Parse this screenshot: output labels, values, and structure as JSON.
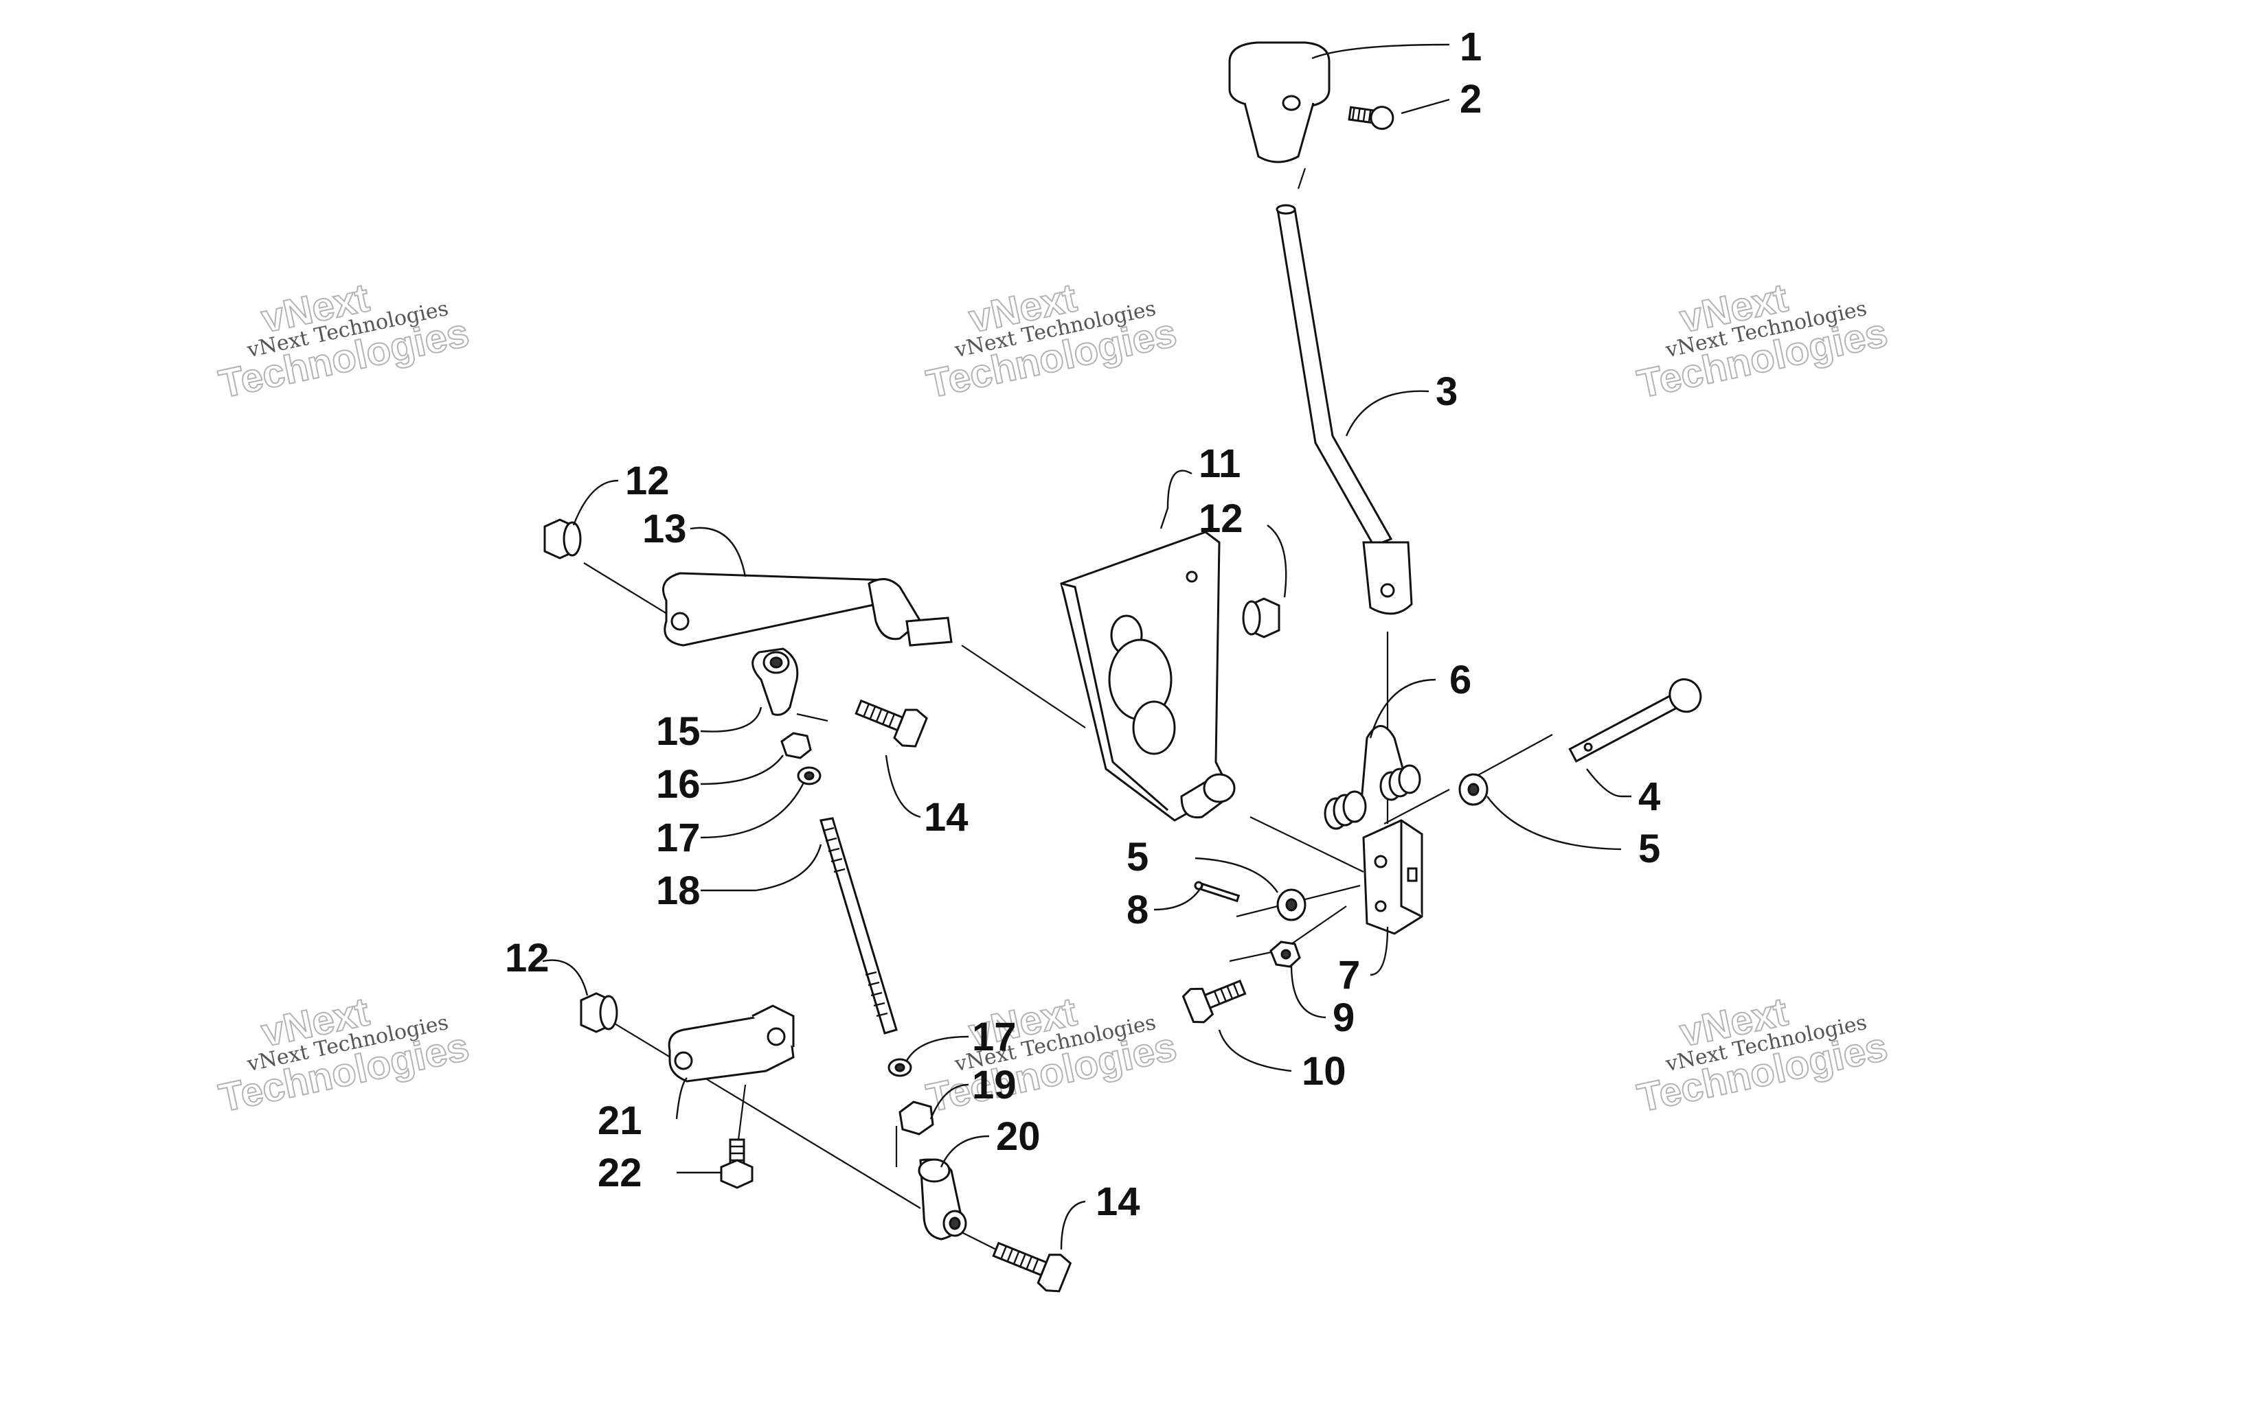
{
  "diagram": {
    "callouts": [
      "1",
      "2",
      "3",
      "4",
      "5",
      "5",
      "6",
      "7",
      "8",
      "9",
      "10",
      "11",
      "12",
      "12",
      "12",
      "13",
      "14",
      "14",
      "15",
      "16",
      "17",
      "17",
      "18",
      "19",
      "20",
      "21",
      "22"
    ],
    "watermark": {
      "line_small": "vNext Technologies",
      "line_big_1": "vNext",
      "line_big_2": "Technologies"
    }
  }
}
